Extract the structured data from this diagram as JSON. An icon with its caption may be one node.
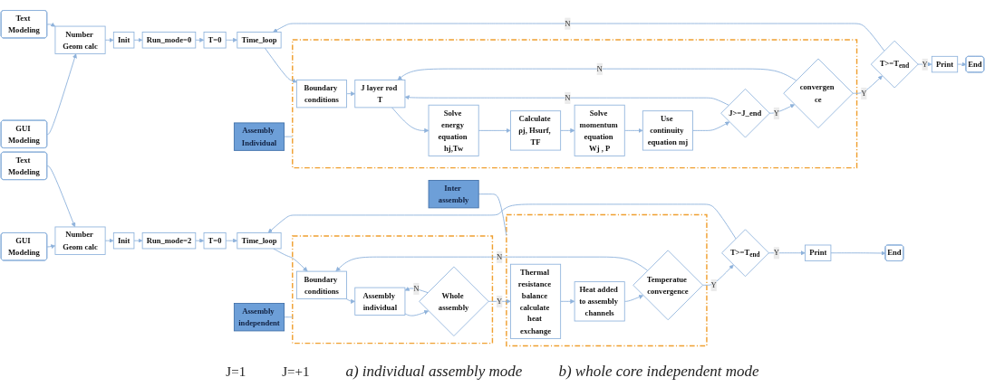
{
  "diagram": {
    "nodes": [
      {
        "text": [
          "GUI Modeling"
        ]
      },
      {
        "text": [
          "Text Modeling"
        ]
      },
      {
        "text": [
          "Number Geom calc"
        ]
      },
      {
        "text": [
          "Init"
        ]
      },
      {
        "text": [
          "Run_mode=0"
        ]
      },
      {
        "text": [
          "T=0"
        ]
      },
      {
        "text": [
          "Time_loop"
        ]
      },
      {
        "text": [],
        "shape": "box"
      },
      {
        "text": [
          "Boundary conditions"
        ],
        "in": 7
      },
      {
        "text": [
          "J layer rod T"
        ],
        "in": 7
      },
      {
        "text": [
          "Solve energy equation hj,Tw"
        ],
        "in": 7
      },
      {
        "text": [
          "Calculate ρj, Hsurf, TF"
        ],
        "in": 7
      },
      {
        "text": [
          "Solve momentum equation Wj , P"
        ],
        "in": 7
      },
      {
        "text": [
          "Use continuity equation mj"
        ],
        "in": 7
      },
      {
        "text": [
          "J>=J_end"
        ],
        "in": 7
      },
      {
        "text": [
          "convergen ce"
        ],
        "in": 7
      },
      {
        "text": [
          "T>=T$_{end}$"
        ]
      },
      {
        "text": [
          "Print"
        ]
      },
      {
        "text": [
          "End"
        ]
      },
      {
        "text": [
          "Assembly Individual"
        ]
      },
      {
        "text": [
          "GUI Modeling"
        ]
      },
      {
        "text": [
          "Text Modeling"
        ]
      },
      {
        "text": [
          "Number Geom calc"
        ]
      },
      {
        "text": [
          "Init"
        ]
      },
      {
        "text": [
          "Run_mode=2"
        ]
      },
      {
        "text": [
          "T=0"
        ]
      },
      {
        "text": [
          "Time_loop"
        ]
      },
      {
        "text": [],
        "shape": "box"
      },
      {
        "text": [
          "Boundary conditions"
        ],
        "in": 27
      },
      {
        "text": [
          "Assembly individual"
        ],
        "in": 27
      },
      {
        "text": [
          "Whole assembly"
        ],
        "in": 27
      },
      {
        "text": [],
        "shape": "box"
      },
      {
        "text": [
          "Thermal resistance balance calculate heat exchange"
        ],
        "in": 31
      },
      {
        "text": [
          "Heat added to assembly channels"
        ],
        "in": 31
      },
      {
        "text": [
          "Temperatue convergence"
        ],
        "in": 31
      },
      {
        "text": [
          "T>=T$_{end}$"
        ]
      },
      {
        "text": [
          "Print"
        ]
      },
      {
        "text": [
          "End"
        ]
      },
      {
        "text": [
          "Assembly independent"
        ]
      },
      {
        "text": [
          "Inter assembly"
        ]
      }
    ],
    "edges": [
      {
        "from": 0,
        "to": 2,
        "arrow": "to"
      },
      {
        "from": 1,
        "to": 2,
        "arrow": "to"
      },
      {
        "from": 2,
        "to": 3,
        "arrow": "to"
      },
      {
        "from": 3,
        "to": 4,
        "arrow": "to"
      },
      {
        "from": 4,
        "to": 5,
        "arrow": "to"
      },
      {
        "from": 5,
        "to": 6,
        "arrow": "to"
      },
      {
        "from": 6,
        "to": 8,
        "arrow": "to"
      },
      {
        "from": 8,
        "to": 9,
        "arrow": "to"
      },
      {
        "from": 9,
        "to": 10,
        "arrow": "to"
      },
      {
        "from": 10,
        "to": 11,
        "arrow": "to"
      },
      {
        "from": 11,
        "to": 12,
        "arrow": "to"
      },
      {
        "from": 12,
        "to": 13,
        "arrow": "to"
      },
      {
        "from": 13,
        "to": 14,
        "arrow": "to"
      },
      {
        "from": 14,
        "to": 9,
        "label": "N",
        "arrow": "to"
      },
      {
        "from": 14,
        "to": 15,
        "label": "Y",
        "arrow": "to"
      },
      {
        "from": 15,
        "to": 9,
        "label": "N",
        "arrow": "to"
      },
      {
        "from": 15,
        "to": 16,
        "label": "Y",
        "arrow": "to"
      },
      {
        "from": 16,
        "to": 6,
        "label": "N",
        "arrow": "to"
      },
      {
        "from": 16,
        "to": 17,
        "label": "Y",
        "arrow": "to"
      },
      {
        "from": 17,
        "to": 18,
        "arrow": "to"
      },
      {
        "from": 19,
        "to": 7,
        "arrow": "none"
      },
      {
        "from": 20,
        "to": 22,
        "arrow": "to"
      },
      {
        "from": 21,
        "to": 22,
        "arrow": "to"
      },
      {
        "from": 22,
        "to": 23,
        "arrow": "to"
      },
      {
        "from": 23,
        "to": 24,
        "arrow": "to"
      },
      {
        "from": 24,
        "to": 25,
        "arrow": "to"
      },
      {
        "from": 25,
        "to": 26,
        "arrow": "to"
      },
      {
        "from": 26,
        "to": 28,
        "arrow": "to"
      },
      {
        "from": 28,
        "to": 29,
        "arrow": "to"
      },
      {
        "from": 29,
        "to": 30,
        "arrow": "to"
      },
      {
        "from": 30,
        "to": 29,
        "label": "N",
        "arrow": "to"
      },
      {
        "from": 30,
        "to": 32,
        "label": "Y",
        "arrow": "to"
      },
      {
        "from": 32,
        "to": 33,
        "arrow": "to"
      },
      {
        "from": 33,
        "to": 34,
        "arrow": "to"
      },
      {
        "from": 34,
        "to": 28,
        "label": "N",
        "arrow": "to"
      },
      {
        "from": 34,
        "to": 35,
        "label": "Y",
        "arrow": "to"
      },
      {
        "from": 35,
        "to": 26,
        "arrow": "to"
      },
      {
        "from": 35,
        "to": 36,
        "label": "Y",
        "arrow": "to"
      },
      {
        "from": 36,
        "to": 37,
        "arrow": "to"
      },
      {
        "from": 38,
        "to": 27,
        "arrow": "none"
      },
      {
        "from": 39,
        "to": 31,
        "arrow": "none"
      }
    ],
    "labels": [
      "J=1",
      "J=+1",
      "a) individual assembly mode",
      "b) whole core independent mode"
    ]
  }
}
